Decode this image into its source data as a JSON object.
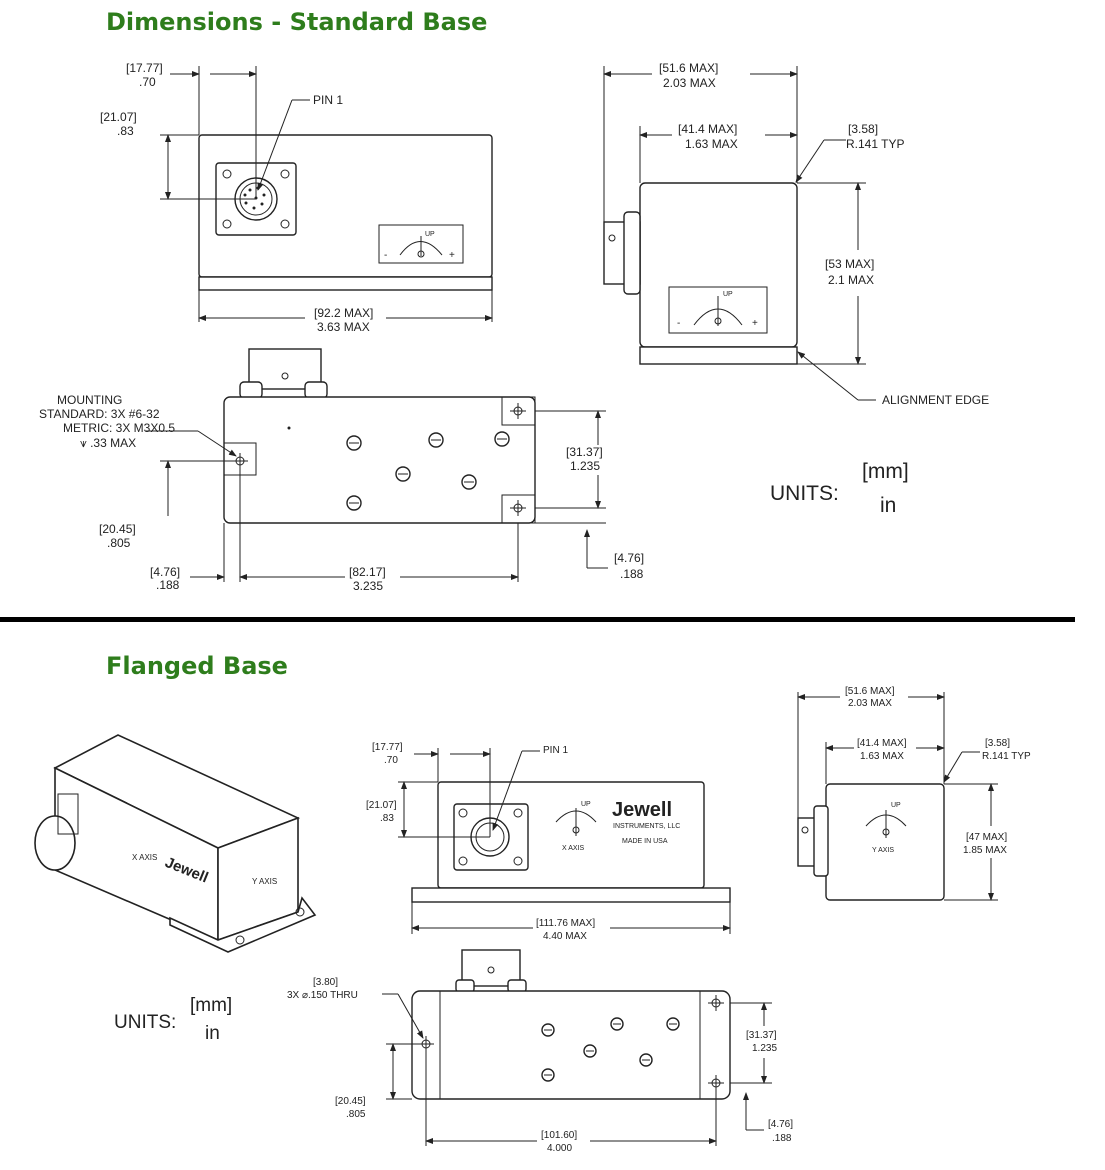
{
  "headings": {
    "standard": "Dimensions - Standard Base",
    "flanged": "Flanged Base"
  },
  "units": {
    "label": "UNITS:",
    "mm": "[mm]",
    "in": "in"
  },
  "standard_base": {
    "front": {
      "dim_pin_offset": {
        "mm": "[17.77]",
        "in": ".70"
      },
      "dim_pin_height": {
        "mm": "[21.07]",
        "in": ".83"
      },
      "pin_label": "PIN 1",
      "dim_length": {
        "mm": "[92.2 MAX]",
        "in": "3.63 MAX"
      }
    },
    "side": {
      "dim_width_max": {
        "mm": "[51.6 MAX]",
        "in": "2.03 MAX"
      },
      "dim_width": {
        "mm": "[41.4 MAX]",
        "in": "1.63 MAX"
      },
      "dim_radius": {
        "mm": "[3.58]",
        "in": "R.141  TYP"
      },
      "dim_height": {
        "mm": "[53 MAX]",
        "in": "2.1 MAX"
      },
      "alignment_label": "ALIGNMENT EDGE"
    },
    "bottom": {
      "mounting": [
        "MOUNTING",
        "STANDARD:  3X #6-32",
        "METRIC:  3X M3X0.5",
        "⩛ .33 MAX"
      ],
      "dim_hole_spacing": {
        "mm": "[31.37]",
        "in": "1.235"
      },
      "dim_hole_y": {
        "mm": "[20.45]",
        "in": ".805"
      },
      "dim_edge_x": {
        "mm": "[4.76]",
        "in": ".188"
      },
      "dim_hole_x": {
        "mm": "[82.17]",
        "in": "3.235"
      },
      "dim_edge_y": {
        "mm": "[4.76]",
        "in": ".188"
      }
    },
    "axis_label": "UP"
  },
  "flanged_base": {
    "front": {
      "dim_pin_offset": {
        "mm": "[17.77]",
        "in": ".70"
      },
      "dim_pin_height": {
        "mm": "[21.07]",
        "in": ".83"
      },
      "pin_label": "PIN 1",
      "dim_length": {
        "mm": "[111.76 MAX]",
        "in": "4.40 MAX"
      },
      "brand": "Jewell",
      "brand_sub": [
        "INSTRUMENTS, LLC",
        "MADE IN USA"
      ],
      "axis_label": "X AXIS"
    },
    "side": {
      "dim_width_max": {
        "mm": "[51.6 MAX]",
        "in": "2.03 MAX"
      },
      "dim_width": {
        "mm": "[41.4 MAX]",
        "in": "1.63 MAX"
      },
      "dim_radius": {
        "mm": "[3.58]",
        "in": "R.141  TYP"
      },
      "dim_height": {
        "mm": "[47 MAX]",
        "in": "1.85 MAX"
      },
      "axis_label": "Y AXIS"
    },
    "bottom": {
      "hole": {
        "mm": "[3.80]",
        "in": "3X  ⌀.150 THRU"
      },
      "dim_hole_spacing": {
        "mm": "[31.37]",
        "in": "1.235"
      },
      "dim_hole_y": {
        "mm": "[20.45]",
        "in": ".805"
      },
      "dim_hole_x": {
        "mm": "[101.60]",
        "in": "4.000"
      },
      "dim_edge_y": {
        "mm": "[4.76]",
        "in": ".188"
      }
    },
    "iso": {
      "brand": "Jewell",
      "axis_x": "X AXIS",
      "axis_y": "Y AXIS"
    }
  }
}
